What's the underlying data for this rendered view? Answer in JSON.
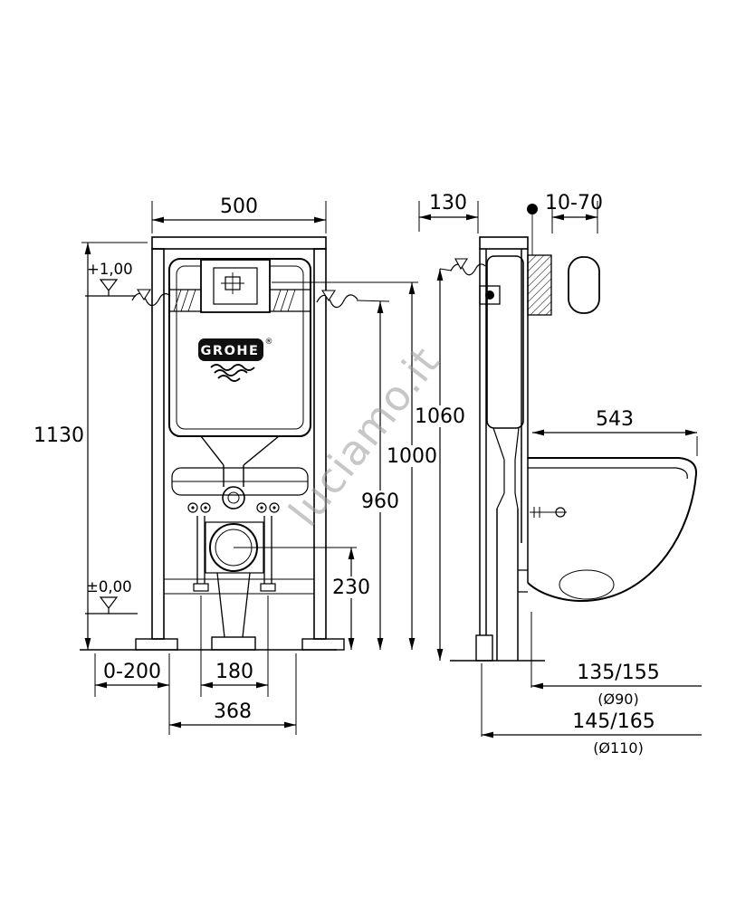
{
  "watermark": "luciamo.it",
  "logo": {
    "brand": "GROHE",
    "reg": "®"
  },
  "front": {
    "width_500": "500",
    "height_1130": "1130",
    "level_plus": "+1,00",
    "level_zero": "±0,00",
    "dim_960": "960",
    "dim_1000": "1000",
    "dim_230": "230",
    "dim_0_200": "0-200",
    "dim_180": "180",
    "dim_368": "368"
  },
  "side": {
    "dim_130": "130",
    "dim_10_70": "10-70",
    "dim_1060": "1060",
    "dim_543": "543",
    "outlet_90": "135/155",
    "outlet_90_dia": "(Ø90)",
    "outlet_110": "145/165",
    "outlet_110_dia": "(Ø110)"
  }
}
